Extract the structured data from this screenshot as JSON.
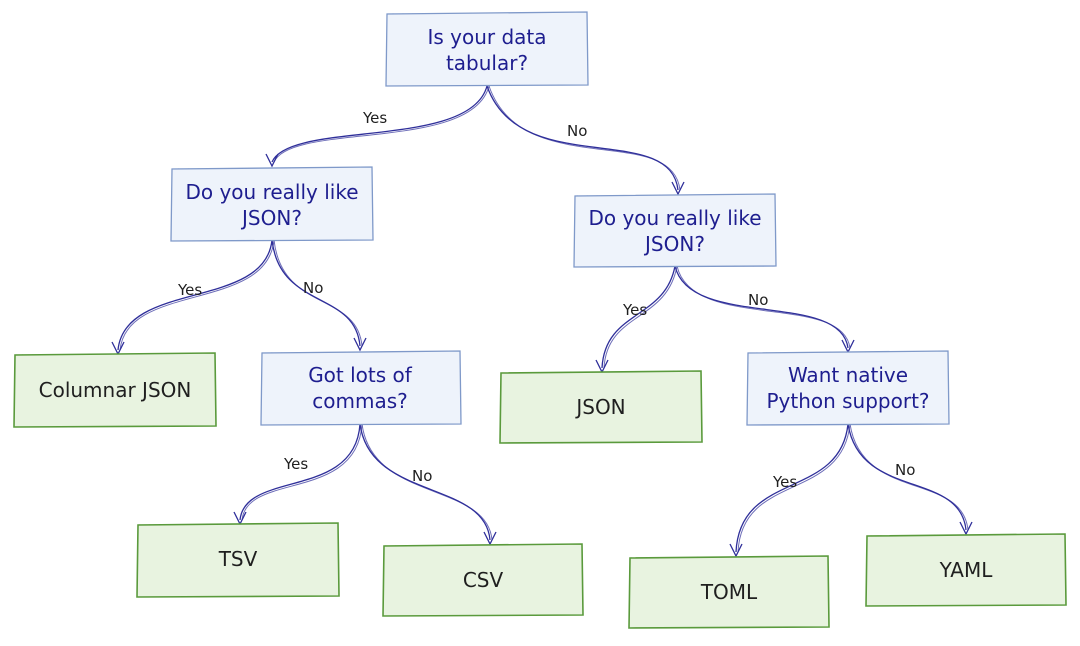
{
  "colors": {
    "question_fill": "#eef3fb",
    "question_stroke": "#7f99c9",
    "leaf_fill": "#e8f3e0",
    "leaf_stroke": "#5a9a3c",
    "edge": "#2f2f9a",
    "question_text": "#1e1e8f"
  },
  "nodes": {
    "q_tabular": {
      "lines": [
        "Is your data",
        "tabular?"
      ]
    },
    "q_json_left": {
      "lines": [
        "Do you really like",
        "JSON?"
      ]
    },
    "q_json_right": {
      "lines": [
        "Do you really like",
        "JSON?"
      ]
    },
    "q_commas": {
      "lines": [
        "Got lots of",
        "commas?"
      ]
    },
    "q_python": {
      "lines": [
        "Want native",
        "Python support?"
      ]
    },
    "leaf_columnar_json": {
      "lines": [
        "Columnar JSON"
      ]
    },
    "leaf_json": {
      "lines": [
        "JSON"
      ]
    },
    "leaf_tsv": {
      "lines": [
        "TSV"
      ]
    },
    "leaf_csv": {
      "lines": [
        "CSV"
      ]
    },
    "leaf_toml": {
      "lines": [
        "TOML"
      ]
    },
    "leaf_yaml": {
      "lines": [
        "YAML"
      ]
    }
  },
  "edges": {
    "tabular_yes": "Yes",
    "tabular_no": "No",
    "json_left_yes": "Yes",
    "json_left_no": "No",
    "commas_yes": "Yes",
    "commas_no": "No",
    "json_right_yes": "Yes",
    "json_right_no": "No",
    "python_yes": "Yes",
    "python_no": "No"
  }
}
